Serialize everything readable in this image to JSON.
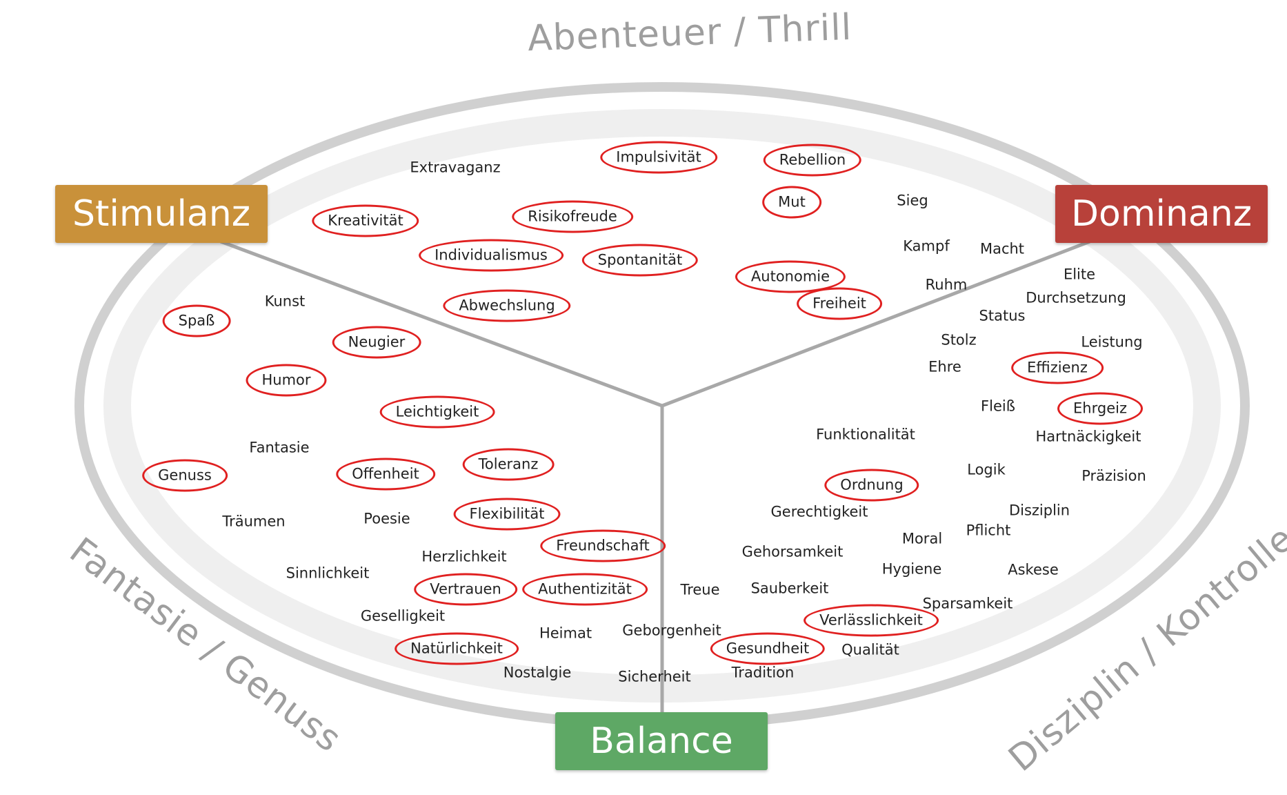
{
  "arc_labels": {
    "top": "Abenteuer / Thrill",
    "left": "Fantasie / Genuss",
    "right": "Disziplin / Kontrolle"
  },
  "zones": {
    "stimulanz": {
      "label": "Stimulanz",
      "color": "#c9913a"
    },
    "dominanz": {
      "label": "Dominanz",
      "color": "#b8413a"
    },
    "balance": {
      "label": "Balance",
      "color": "#5ea865"
    }
  },
  "colors": {
    "ring": "#d0d0d0",
    "divider": "#a8a8a8",
    "circle_mark": "#e02020",
    "text": "#222222",
    "arc_text": "#9e9e9e"
  },
  "words": [
    {
      "text": "Extravaganz",
      "circled": false
    },
    {
      "text": "Impulsivität",
      "circled": true
    },
    {
      "text": "Rebellion",
      "circled": true
    },
    {
      "text": "Kreativität",
      "circled": true
    },
    {
      "text": "Risikofreude",
      "circled": true
    },
    {
      "text": "Mut",
      "circled": true
    },
    {
      "text": "Sieg",
      "circled": false
    },
    {
      "text": "Individualismus",
      "circled": true
    },
    {
      "text": "Spontanität",
      "circled": true
    },
    {
      "text": "Autonomie",
      "circled": true
    },
    {
      "text": "Kampf",
      "circled": false
    },
    {
      "text": "Macht",
      "circled": false
    },
    {
      "text": "Abwechslung",
      "circled": true
    },
    {
      "text": "Freiheit",
      "circled": true
    },
    {
      "text": "Ruhm",
      "circled": false
    },
    {
      "text": "Elite",
      "circled": false
    },
    {
      "text": "Durchsetzung",
      "circled": false
    },
    {
      "text": "Status",
      "circled": false
    },
    {
      "text": "Kunst",
      "circled": false
    },
    {
      "text": "Spaß",
      "circled": true
    },
    {
      "text": "Neugier",
      "circled": true
    },
    {
      "text": "Stolz",
      "circled": false
    },
    {
      "text": "Leistung",
      "circled": false
    },
    {
      "text": "Ehre",
      "circled": false
    },
    {
      "text": "Effizienz",
      "circled": true
    },
    {
      "text": "Humor",
      "circled": true
    },
    {
      "text": "Leichtigkeit",
      "circled": true
    },
    {
      "text": "Fleiß",
      "circled": false
    },
    {
      "text": "Ehrgeiz",
      "circled": true
    },
    {
      "text": "Funktionalität",
      "circled": false
    },
    {
      "text": "Hartnäckigkeit",
      "circled": false
    },
    {
      "text": "Fantasie",
      "circled": false
    },
    {
      "text": "Toleranz",
      "circled": true
    },
    {
      "text": "Genuss",
      "circled": true
    },
    {
      "text": "Offenheit",
      "circled": true
    },
    {
      "text": "Logik",
      "circled": false
    },
    {
      "text": "Präzision",
      "circled": false
    },
    {
      "text": "Ordnung",
      "circled": true
    },
    {
      "text": "Gerechtigkeit",
      "circled": false
    },
    {
      "text": "Disziplin",
      "circled": false
    },
    {
      "text": "Träumen",
      "circled": false
    },
    {
      "text": "Poesie",
      "circled": false
    },
    {
      "text": "Flexibilität",
      "circled": true
    },
    {
      "text": "Pflicht",
      "circled": false
    },
    {
      "text": "Freundschaft",
      "circled": true
    },
    {
      "text": "Moral",
      "circled": false
    },
    {
      "text": "Herzlichkeit",
      "circled": false
    },
    {
      "text": "Gehorsamkeit",
      "circled": false
    },
    {
      "text": "Sinnlichkeit",
      "circled": false
    },
    {
      "text": "Hygiene",
      "circled": false
    },
    {
      "text": "Askese",
      "circled": false
    },
    {
      "text": "Vertrauen",
      "circled": true
    },
    {
      "text": "Authentizität",
      "circled": true
    },
    {
      "text": "Treue",
      "circled": false
    },
    {
      "text": "Sauberkeit",
      "circled": false
    },
    {
      "text": "Sparsamkeit",
      "circled": false
    },
    {
      "text": "Geselligkeit",
      "circled": false
    },
    {
      "text": "Verlässlichkeit",
      "circled": true
    },
    {
      "text": "Heimat",
      "circled": false
    },
    {
      "text": "Geborgenheit",
      "circled": false
    },
    {
      "text": "Natürlichkeit",
      "circled": true
    },
    {
      "text": "Gesundheit",
      "circled": true
    },
    {
      "text": "Qualität",
      "circled": false
    },
    {
      "text": "Nostalgie",
      "circled": false
    },
    {
      "text": "Tradition",
      "circled": false
    },
    {
      "text": "Sicherheit",
      "circled": false
    }
  ]
}
